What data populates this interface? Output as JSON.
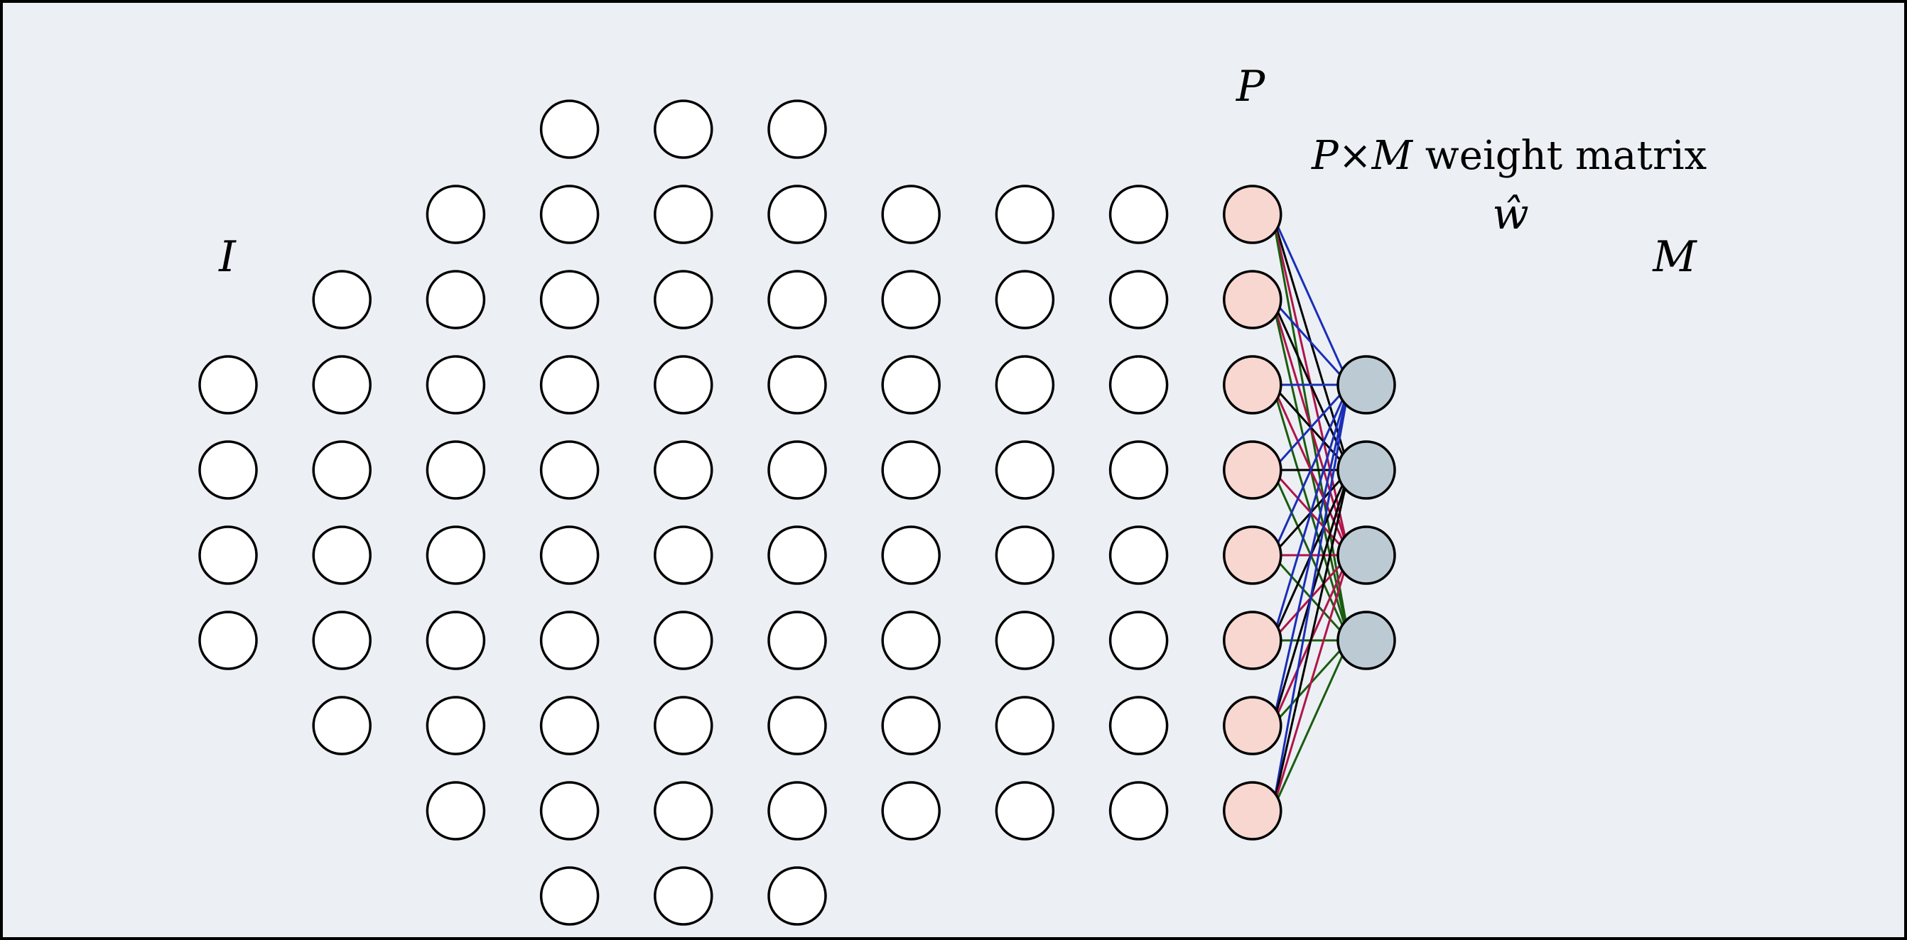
{
  "labels": {
    "input_layer": "I",
    "penultimate_layer": "P",
    "output_layer": "M",
    "matrix_caption_p": "P",
    "matrix_caption_times": "×",
    "matrix_caption_m": "M",
    "matrix_caption_text": " weight matrix",
    "weight_symbol": "ŵ"
  },
  "layers": [
    {
      "name": "input",
      "neurons": 4,
      "role": "input"
    },
    {
      "name": "hidden-1",
      "neurons": 6,
      "role": "hidden"
    },
    {
      "name": "hidden-2",
      "neurons": 8,
      "role": "hidden"
    },
    {
      "name": "hidden-3",
      "neurons": 10,
      "role": "hidden"
    },
    {
      "name": "hidden-4",
      "neurons": 10,
      "role": "hidden"
    },
    {
      "name": "hidden-5",
      "neurons": 10,
      "role": "hidden"
    },
    {
      "name": "hidden-6",
      "neurons": 8,
      "role": "hidden"
    },
    {
      "name": "hidden-7",
      "neurons": 8,
      "role": "hidden"
    },
    {
      "name": "hidden-8",
      "neurons": 8,
      "role": "hidden"
    },
    {
      "name": "penultimate",
      "neurons": 8,
      "role": "penultimate"
    },
    {
      "name": "output",
      "neurons": 4,
      "role": "output"
    }
  ],
  "colors": {
    "background": "#ecf0f4",
    "hidden_fill": "#ffffff",
    "penultimate_fill": "#f8d7d0",
    "output_fill": "#bccad4",
    "outline": "#000000",
    "weight_edges": [
      "#1a2eb8",
      "#000000",
      "#b0144a",
      "#1a5c10"
    ]
  }
}
